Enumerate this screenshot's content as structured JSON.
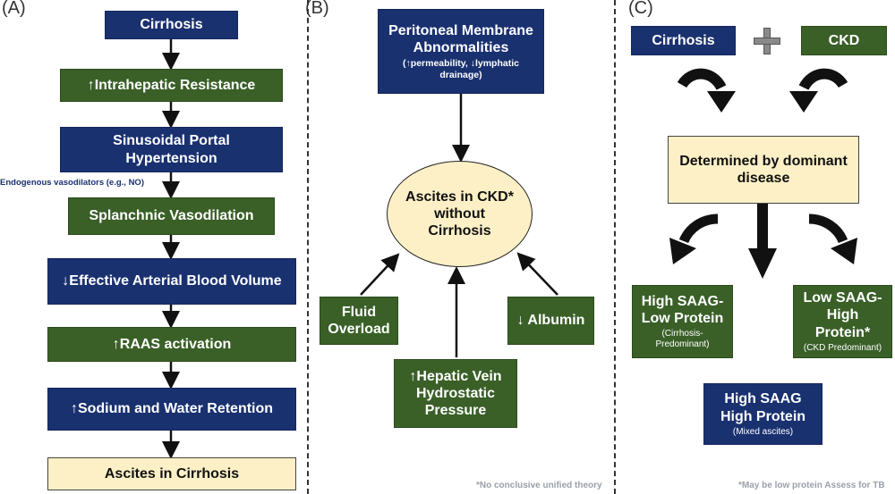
{
  "panels": {
    "a": "(A)",
    "b": "(B)",
    "c": "(C)"
  },
  "panel_a": {
    "cirrhosis": "Cirrhosis",
    "intrahepatic": "↑Intrahepatic Resistance",
    "sinusoidal": "Sinusoidal Portal Hypertension",
    "vasodilators_note": "Endogenous vasodilators (e.g., NO)",
    "splanchnic": "Splanchnic Vasodilation",
    "effective_volume": "↓Effective Arterial Blood Volume",
    "raas": "↑RAAS activation",
    "sodium_water": "↑Sodium and Water Retention",
    "ascites": "Ascites in Cirrhosis"
  },
  "panel_b": {
    "peritoneal_title": "Peritoneal Membrane Abnormalities",
    "peritoneal_sub": "(↑permeability, ↓lymphatic drainage)",
    "center": "Ascites in CKD* without Cirrhosis",
    "fluid": "Fluid Overload",
    "albumin": "↓ Albumin",
    "hepatic": "↑Hepatic Vein Hydrostatic Pressure",
    "footnote": "*No conclusive unified theory"
  },
  "panel_c": {
    "cirrhosis": "Cirrhosis",
    "plus": "plus-icon",
    "ckd": "CKD",
    "determined": "Determined by dominant disease",
    "high_low_title": "High SAAG-Low Protein",
    "high_low_sub": "(Cirrhosis-Predominant)",
    "low_high_title": "Low SAAG-High Protein*",
    "low_high_sub": "(CKD Predominant)",
    "high_high_title": "High SAAG High Protein",
    "high_high_sub": "(Mixed ascites)",
    "footnote": "*May be low protein Assess for TB"
  },
  "colors": {
    "navy": "#1a3170",
    "green": "#3a6028",
    "cream": "#fdf0c6",
    "plus": "#8a8a8a"
  }
}
